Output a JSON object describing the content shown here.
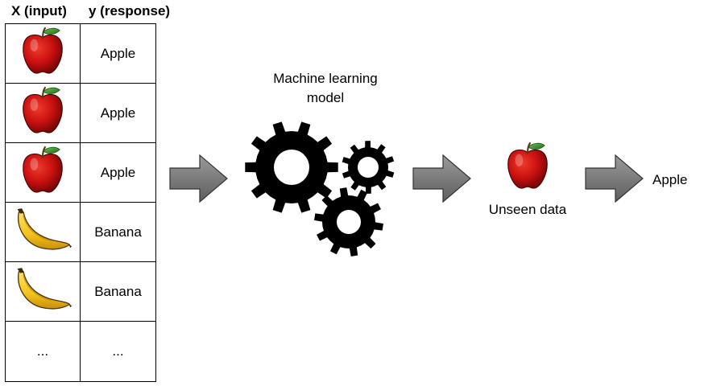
{
  "headers": {
    "x": "X (input)",
    "y": "y (response)"
  },
  "rows": [
    {
      "x_icon": "apple-icon",
      "y": "Apple"
    },
    {
      "x_icon": "apple-icon",
      "y": "Apple"
    },
    {
      "x_icon": "apple-icon",
      "y": "Apple"
    },
    {
      "x_icon": "banana-icon",
      "y": "Banana"
    },
    {
      "x_icon": "banana-icon",
      "y": "Banana"
    },
    {
      "x_text": "...",
      "y": "..."
    }
  ],
  "model": {
    "label_line1": "Machine learning",
    "label_line2": "model",
    "icon": "gears-icon"
  },
  "unseen": {
    "icon": "apple-icon",
    "label": "Unseen data"
  },
  "prediction": {
    "label": "Apple"
  },
  "colors": {
    "arrow_fill": "#7f7f7f",
    "gear": "#000000",
    "apple_red": "#c81010",
    "banana_yellow": "#f3c21c"
  }
}
